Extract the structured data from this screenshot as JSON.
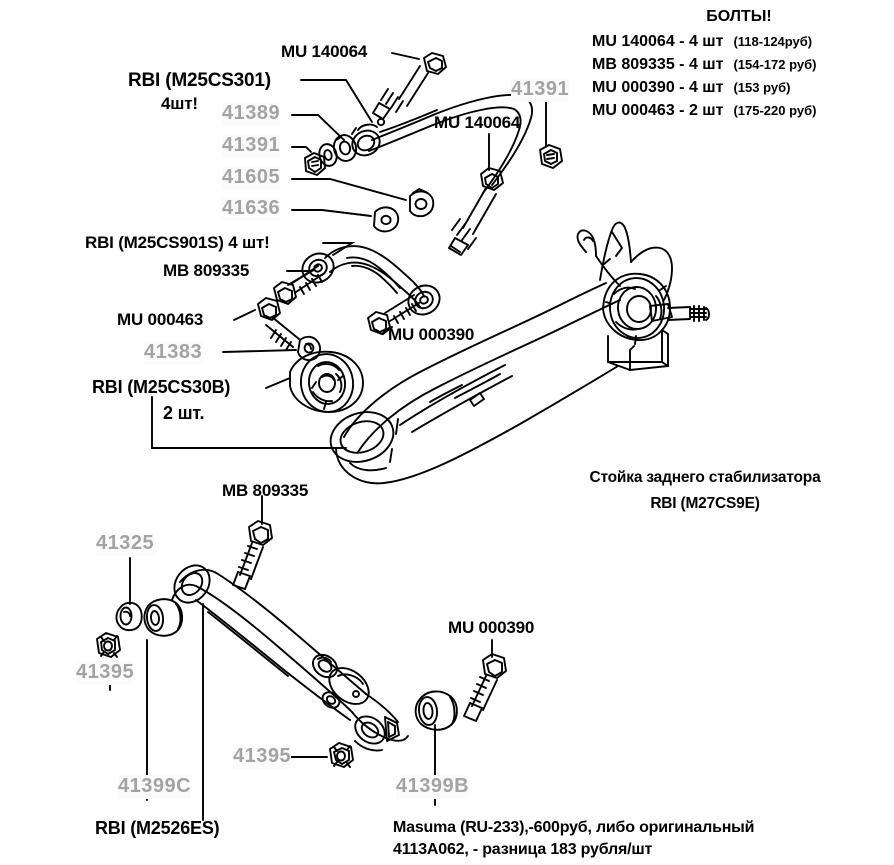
{
  "document": {
    "title": "Rear suspension exploded parts diagram",
    "language": "ru"
  },
  "bolts_panel": {
    "heading": "БОЛТЫ!",
    "rows": [
      {
        "part": "MU 140064 - 4 шт",
        "price": "(118-124руб)"
      },
      {
        "part": "MB 809335 - 4 шт",
        "price": "(154-172 руб)"
      },
      {
        "part": "MU 000390 - 4 шт",
        "price": "(153 руб)"
      },
      {
        "part": "MU 000463 - 2 шт",
        "price": "(175-220 руб)"
      }
    ]
  },
  "labels": {
    "mu140064_top": "MU 140064",
    "rbi_m25cs301": "RBI (M25CS301)",
    "rbi_m25cs301_qty": "4шт!",
    "pn_41389": "41389",
    "pn_41391_left": "41391",
    "pn_41605": "41605",
    "pn_41636": "41636",
    "pn_41391_top": "41391",
    "mu140064_mid": "MU 140064",
    "rbi_m25cs901s": "RBI (M25CS901S) 4 шт!",
    "mb809335_upper": "MB 809335",
    "mu000463": "MU 000463",
    "pn_41383": "41383",
    "rbi_m25cs30b": "RBI (M25CS30B)",
    "rbi_m25cs30b_qty": "2 шт.",
    "mu000390_mid": "MU 000390",
    "stabilizer_title": "Стойка заднего стабилизатора",
    "stabilizer_part": "RBI (M27CS9E)",
    "mb809335_lower": "MB 809335",
    "pn_41325": "41325",
    "pn_41395_left": "41395",
    "pn_41395_mid": "41395",
    "pn_41399c": "41399C",
    "pn_41399b": "41399B",
    "rbi_m2526es": "RBI (M2526ES)",
    "mu000390_lower": "MU 000390",
    "masuma_line1": "Masuma (RU-233),-600руб, либо оригинальный",
    "masuma_line2": "4113A062, - разница 183 рубля/шт"
  },
  "colors": {
    "background": "#ffffff",
    "line": "#000000",
    "gray_part_number": "#a3a3a3",
    "gray_label_bg": "#fbfbfb"
  }
}
